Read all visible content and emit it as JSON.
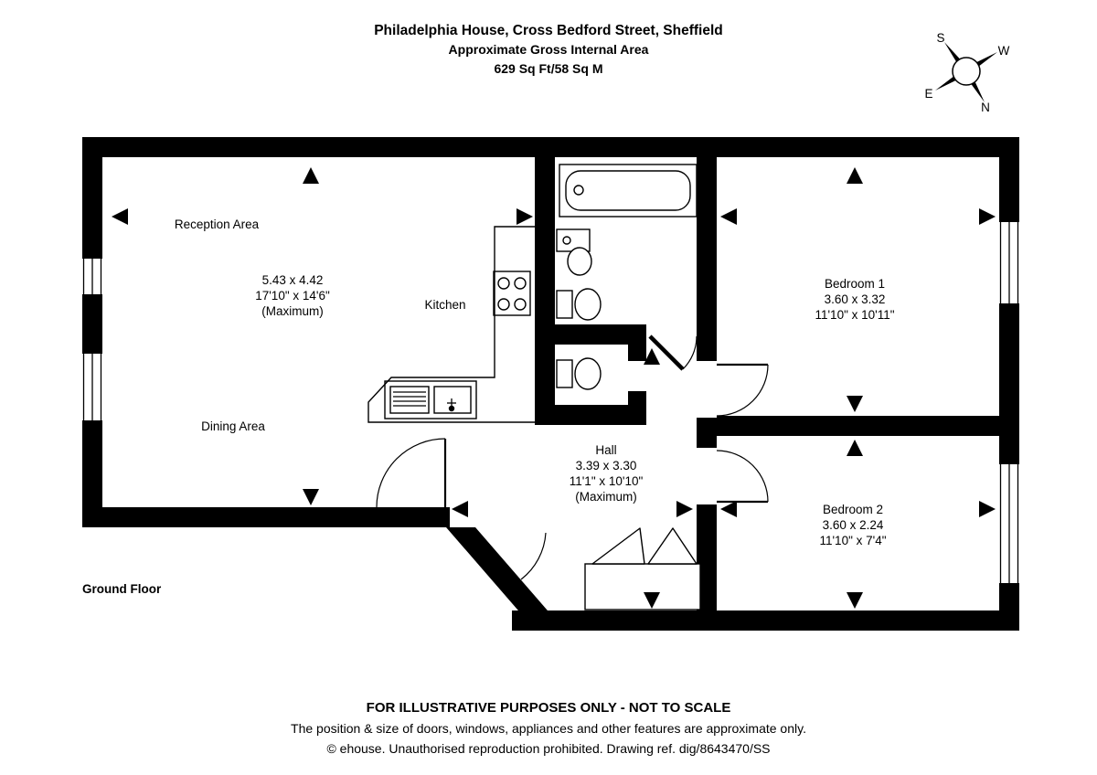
{
  "header": {
    "title": "Philadelphia House, Cross Bedford Street, Sheffield",
    "subtitle": "Approximate Gross Internal Area",
    "area": "629 Sq Ft/58 Sq M"
  },
  "compass": {
    "s": "S",
    "w": "W",
    "e": "E",
    "n": "N"
  },
  "plan": {
    "floor_label": "Ground Floor",
    "rooms": {
      "reception": {
        "name": "Reception Area",
        "metric": "5.43 x 4.42",
        "imperial": "17'10\" x 14'6\"",
        "note": "(Maximum)"
      },
      "kitchen": {
        "name": "Kitchen"
      },
      "dining": {
        "name": "Dining Area"
      },
      "hall": {
        "name": "Hall",
        "metric": "3.39 x 3.30",
        "imperial": "11'1\" x 10'10\"",
        "note": "(Maximum)"
      },
      "bedroom1": {
        "name": "Bedroom 1",
        "metric": "3.60 x 3.32",
        "imperial": "11'10\" x 10'11\""
      },
      "bedroom2": {
        "name": "Bedroom 2",
        "metric": "3.60 x 2.24",
        "imperial": "11'10\" x 7'4\""
      }
    }
  },
  "footer": {
    "line1": "FOR ILLUSTRATIVE PURPOSES ONLY - NOT TO SCALE",
    "line2": "The position & size of doors, windows, appliances and other features are approximate only.",
    "line3": "© ehouse. Unauthorised reproduction prohibited. Drawing ref. dig/8643470/SS"
  },
  "colors": {
    "wall": "#000000",
    "background": "#ffffff",
    "text": "#000000"
  }
}
